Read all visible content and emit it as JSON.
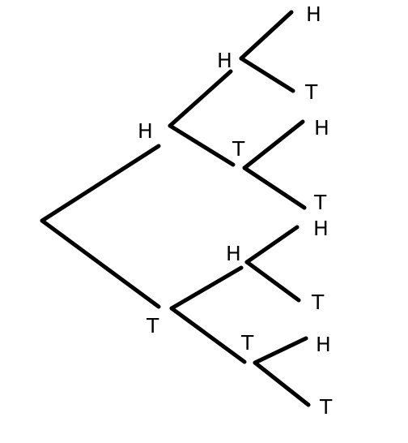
{
  "tree": {
    "root": {
      "children": [
        {
          "label": "H",
          "children": [
            {
              "label": "H",
              "children": [
                {
                  "label": "H"
                },
                {
                  "label": "T"
                }
              ]
            },
            {
              "label": "T",
              "children": [
                {
                  "label": "H"
                },
                {
                  "label": "T"
                }
              ]
            }
          ]
        },
        {
          "label": "T",
          "children": [
            {
              "label": "H",
              "children": [
                {
                  "label": "H"
                },
                {
                  "label": "T"
                }
              ]
            },
            {
              "label": "T",
              "children": [
                {
                  "label": "H"
                },
                {
                  "label": "T"
                }
              ]
            }
          ]
        }
      ]
    },
    "colors": {
      "line": "#000000",
      "text": "#000000",
      "background": "#ffffff"
    }
  }
}
